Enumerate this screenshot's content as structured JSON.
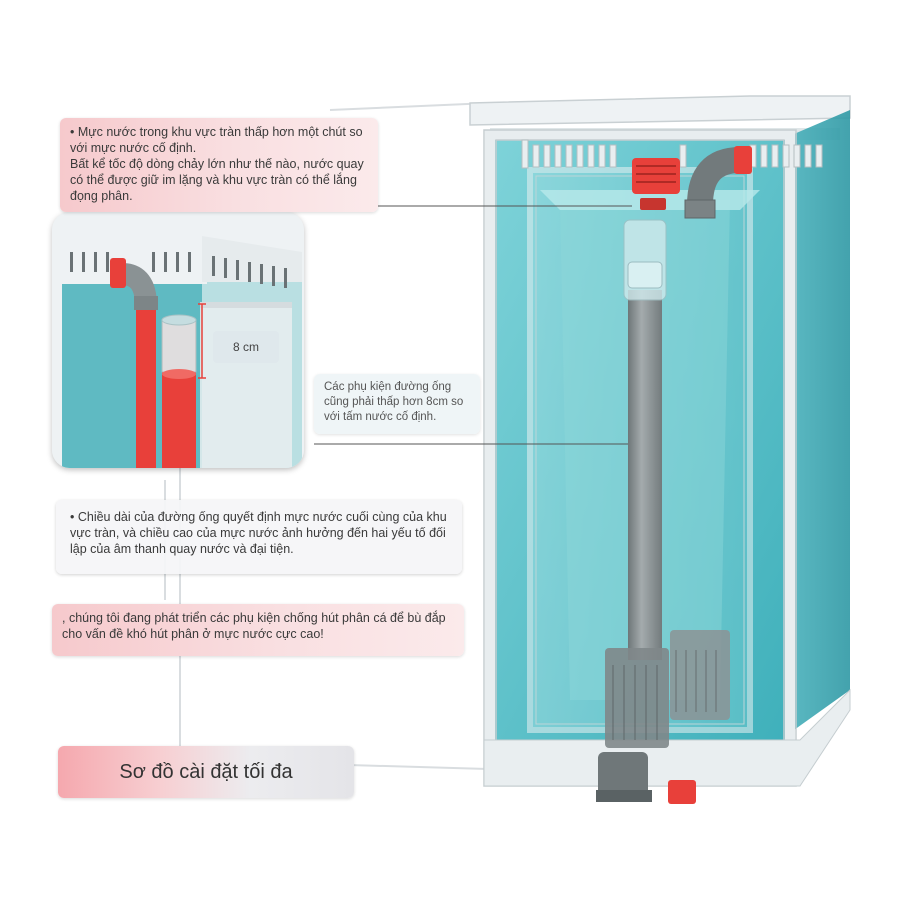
{
  "notes": {
    "water_level": [
      "• Mực nước trong khu vực tràn thấp hơn một chút so với mực nước cố định.",
      "Bất kể tốc độ dòng chảy lớn như thế nào, nước quay có thể được giữ im lặng và khu vực tràn có thể lắng đọng phân."
    ],
    "pipe_fittings": "Các phụ kiện đường ống cũng phải thấp hơn 8cm so với tấm nước cố định.",
    "pipe_length": "• Chiều dài của đường ống quyết định mực nước cuối cùng của khu vực tràn, và chiều cao của mực nước ảnh hưởng đến hai yếu tố đối lập của âm thanh quay nước và đại tiện.",
    "anti_suction": ", chúng tôi đang phát triển các phụ kiện chống hút phân cá để bù đắp cho vấn đề khó hút phân ở mực nước cực cao!"
  },
  "inset": {
    "measure_label": "8 cm"
  },
  "title": "Sơ đồ cài đặt tối đa",
  "colors": {
    "water": "#5cc3cc",
    "water_dark": "#3aa8b4",
    "glass_frame": "#e9eef0",
    "pipe_red": "#e8403a",
    "pipe_gray": "#8f9698",
    "title_accent": "#f5a8ae"
  }
}
